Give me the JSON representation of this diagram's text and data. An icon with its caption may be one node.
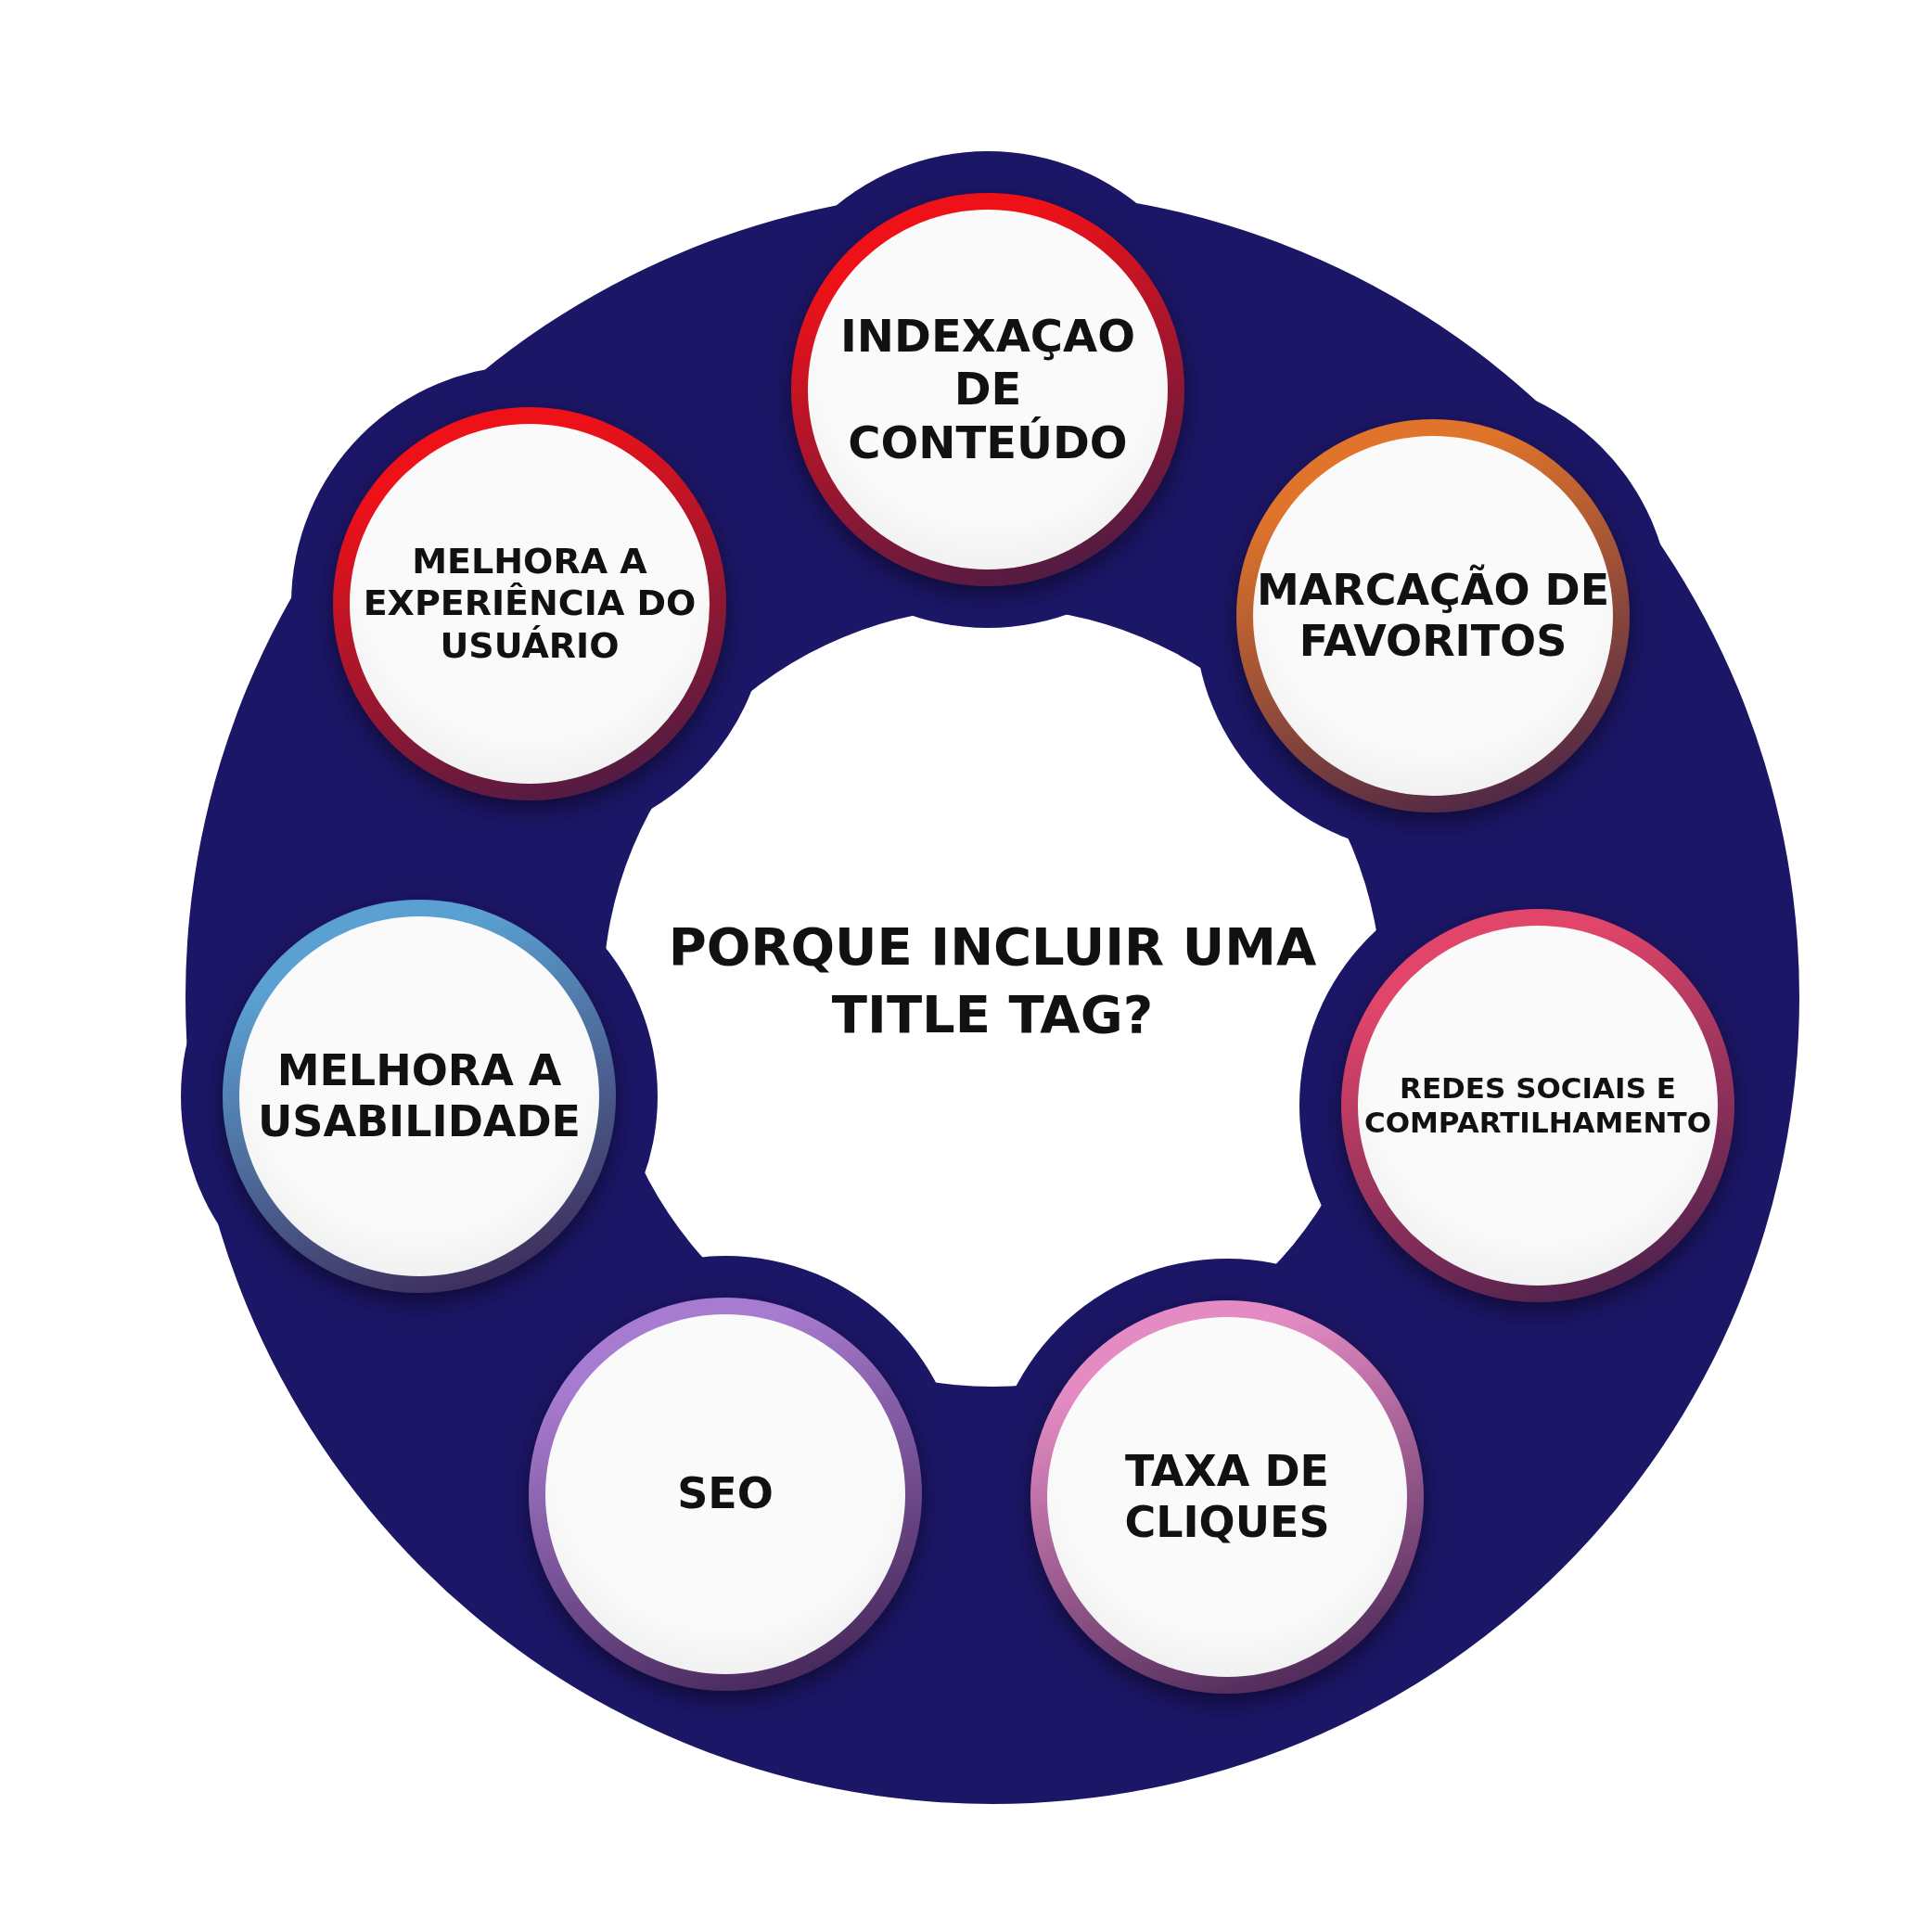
{
  "diagram": {
    "title": "PORQUE INCLUIR UMA TITLE TAG?",
    "nodes": [
      {
        "text": [
          "INDEXAÇAO DE CONTEÚDO"
        ]
      },
      {
        "text": [
          "MARCAÇÃO DE FAVORITOS"
        ]
      },
      {
        "text": [
          "REDES SOCIAIS E COMPARTILHAMENTO"
        ]
      },
      {
        "text": [
          "TAXA DE CLIQUES"
        ]
      },
      {
        "text": [
          "SEO"
        ]
      },
      {
        "text": [
          "MELHORA A USABILIDADE"
        ]
      },
      {
        "text": [
          "MELHORA A EXPERIÊNCIA DO USUÁRIO"
        ]
      }
    ],
    "edges": []
  }
}
